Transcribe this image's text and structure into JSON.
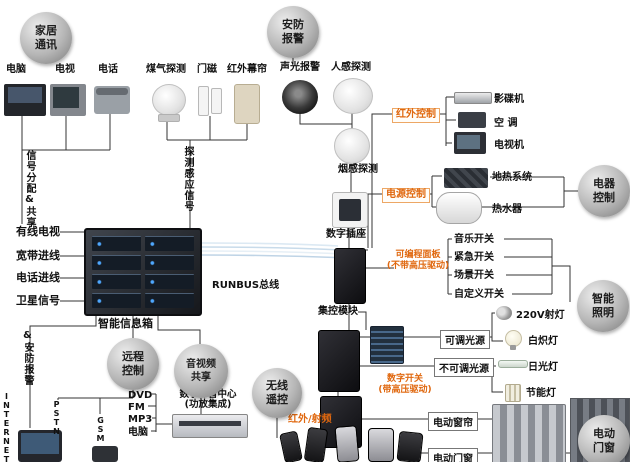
{
  "colors": {
    "accent_orange": "#e0680f",
    "bubble_gray": "#a8a8a8",
    "line_black": "#333333",
    "cable_blue": "#cfe0ee"
  },
  "bubbles": {
    "home_comm": "家居\n通讯",
    "security_alarm": "安防\n报警",
    "appliance_control": "电器\n控制",
    "smart_lighting": "智能\n照明",
    "door_window": "电动\n门窗",
    "remote_control": "远程\n控制",
    "av_share": "音视频\n共享",
    "wireless_remote": "无线\n遥控"
  },
  "top_labels": {
    "computer": "电脑",
    "tv": "电视",
    "phone": "电话",
    "gas": "煤气探测",
    "door_magnet": "门磁",
    "ir_curtain": "红外幕帘",
    "sound_light": "声光报警",
    "human_sensor": "人感探测"
  },
  "vertical_labels": {
    "signal_share": "信号分配&共享",
    "detect_signal": "探测感应信号",
    "security_line": "&安防报警",
    "internet": "INTERNET",
    "pstn": "PSTN",
    "gsm": "GSM"
  },
  "left_inputs": {
    "cable_tv": "有线电视",
    "broadband": "宽带进线",
    "phone_line": "电话进线",
    "satellite": "卫星信号",
    "info_box": "智能信息箱"
  },
  "bus_label": "RUNBUS总线",
  "middle_labels": {
    "smoke": "烟感探测",
    "socket": "数字插座",
    "central_module": "集控模块"
  },
  "orange_labels": {
    "ir_control": "红外控制",
    "power_control": "电源控制",
    "prog_panel": "可编程面板\n(不带高压驱动)",
    "digital_switch": "数字开关\n(带高压驱动)",
    "ir_rf": "红外/射频"
  },
  "right_labels": {
    "dvd_player": "影碟机",
    "aircon": "空 调",
    "tv_set": "电视机",
    "floor_heating": "地热系统",
    "water_heater": "热水器",
    "music_switch": "音乐开关",
    "emergency_switch": "紧急开关",
    "scene_switch": "场景开关",
    "custom_switch": "自定义开关",
    "spotlight": "220V射灯",
    "incandescent": "白炽灯",
    "fluorescent": "日光灯",
    "energy_saving": "节能灯"
  },
  "boxed_labels": {
    "dimmable": "可调光源",
    "non_dimmable": "不可调光源",
    "curtain": "电动窗帘",
    "door_window_partial": "电动门窗"
  },
  "bottom_labels": {
    "dvd": "DVD",
    "fm": "FM",
    "mp3": "MP3",
    "pc": "电脑",
    "av_center": "数字影音中心\n(功放集成)"
  }
}
